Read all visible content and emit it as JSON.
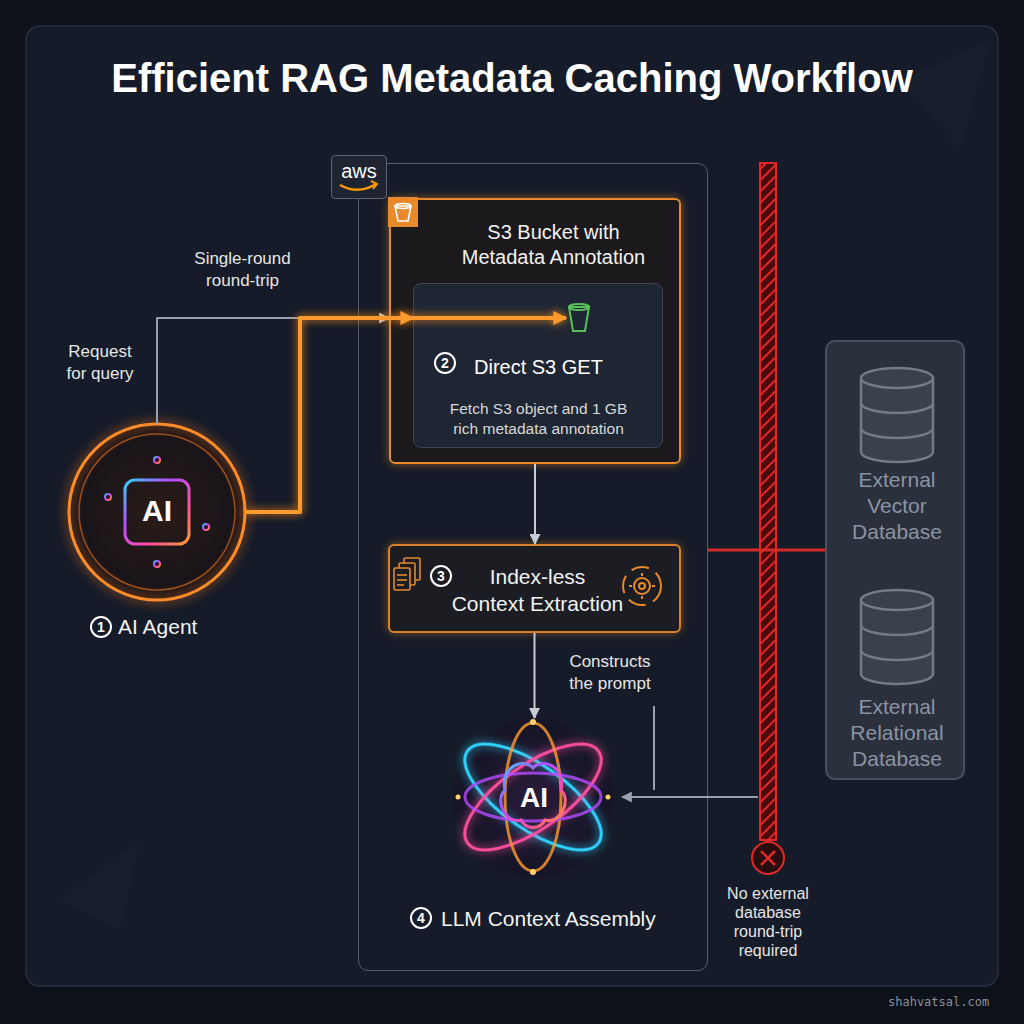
{
  "diagram": {
    "title": "Efficient RAG Metadata Caching Workflow",
    "nodes": [
      {
        "text": [
          "AI",
          "AI Agent"
        ]
      },
      {
        "text": [
          "aws"
        ]
      },
      {
        "text": [
          "S3 Bucket with Metadata Annotation"
        ],
        "in": 1
      },
      {
        "text": [
          "Direct S3 GET",
          "Fetch S3 object and 1 GB rich metadata annotation"
        ],
        "in": 2
      },
      {
        "text": [
          "Index-less Context Extraction"
        ],
        "in": 1
      },
      {
        "text": [
          "AI",
          "LLM Context Assembly"
        ],
        "in": 1
      },
      {
        "text": [
          "External Vector Database",
          "External Relational Database"
        ]
      }
    ],
    "edges": [
      {
        "from": 0,
        "to": 2,
        "label": "Request for query",
        "arrow": "to"
      },
      {
        "from": 0,
        "to": 3,
        "label": "Single-round round-trip",
        "arrow": "to"
      },
      {
        "from": 2,
        "to": 4,
        "arrow": "to"
      },
      {
        "from": 4,
        "to": 5,
        "label": "Constructs the prompt",
        "arrow": "to"
      },
      {
        "from": 1,
        "to": 6,
        "arrow": "none"
      }
    ],
    "labels": [
      "1",
      "2",
      "3",
      "4",
      "No external database round-trip required",
      "shahvatsal.com"
    ]
  }
}
